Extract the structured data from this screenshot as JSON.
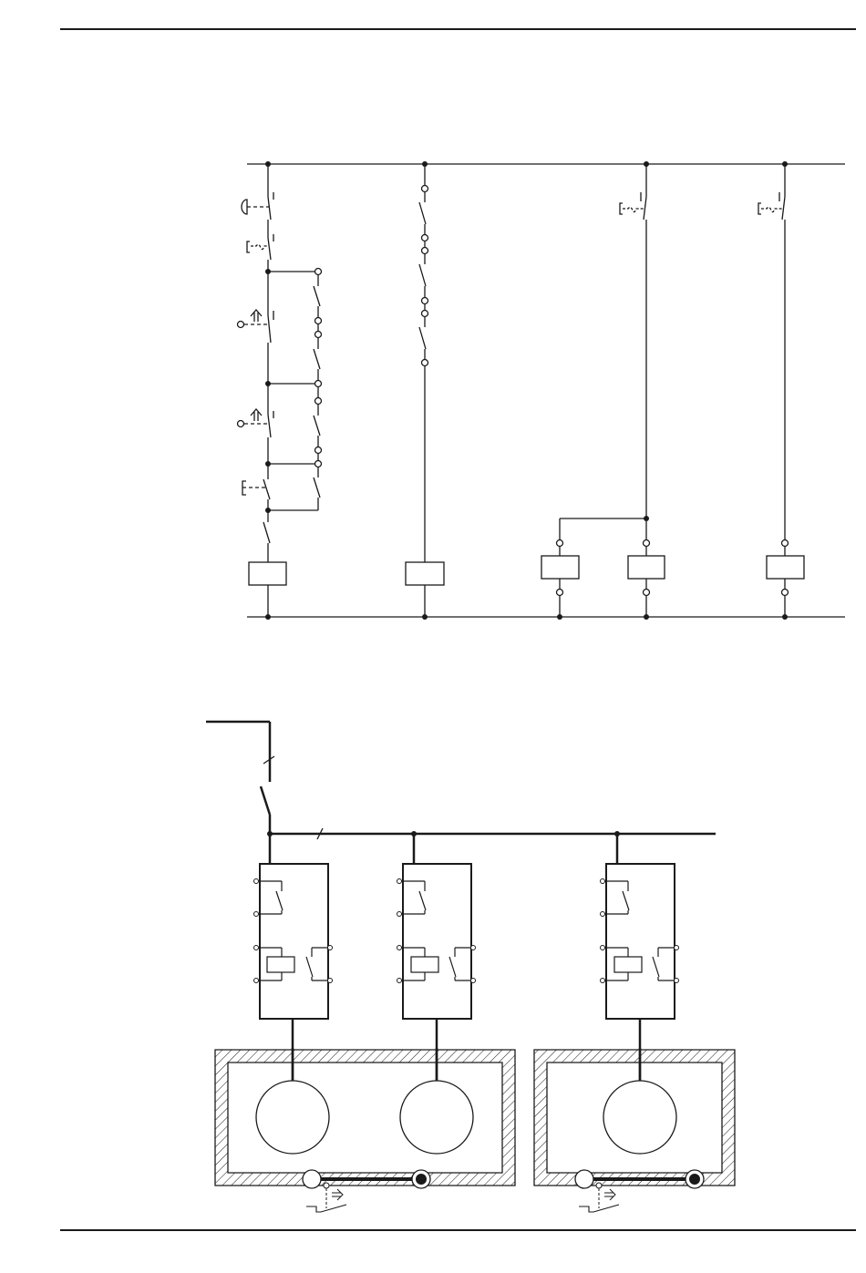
{
  "page": {
    "background": "#ffffff",
    "line_color": "#1a1a1a"
  },
  "diagrams": {
    "control_circuit": {
      "branches": [
        "branch-1",
        "branch-2",
        "branch-3",
        "branch-4",
        "branch-5"
      ]
    },
    "power_circuit": {
      "starters": 3,
      "motors": 3,
      "enclosures": 2
    }
  }
}
